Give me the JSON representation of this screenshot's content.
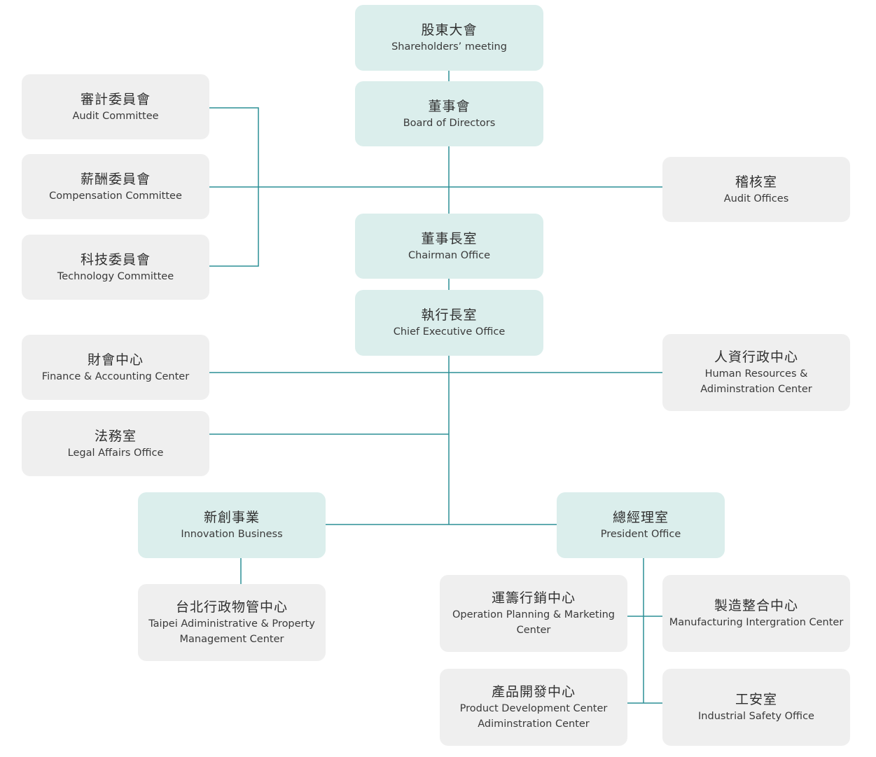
{
  "colors": {
    "line": "#2b8f96",
    "teal_box": "#dbeeec",
    "gray_box": "#efefef"
  },
  "nodes": {
    "shareholders": {
      "zh": "股東大會",
      "en": "Shareholders’ meeting"
    },
    "board": {
      "zh": "董事會",
      "en": "Board of Directors"
    },
    "audit_committee": {
      "zh": "審計委員會",
      "en": "Audit Committee"
    },
    "compensation_committee": {
      "zh": "薪酬委員會",
      "en": "Compensation Committee"
    },
    "technology_committee": {
      "zh": "科技委員會",
      "en": "Technology Committee"
    },
    "audit_offices": {
      "zh": "稽核室",
      "en": "Audit Offices"
    },
    "chairman_office": {
      "zh": "董事長室",
      "en": "Chairman Office"
    },
    "ceo_office": {
      "zh": "執行長室",
      "en": "Chief Executive Office"
    },
    "finance_center": {
      "zh": "財會中心",
      "en": "Finance & Accounting Center"
    },
    "hr_center": {
      "zh": "人資行政中心",
      "en_line1": "Human Resources &",
      "en_line2": "Adiminstration Center"
    },
    "legal_office": {
      "zh": "法務室",
      "en": "Legal Affairs Office"
    },
    "innovation_business": {
      "zh": "新創事業",
      "en": "Innovation Business"
    },
    "president_office": {
      "zh": "總經理室",
      "en": "President Office"
    },
    "taipei_center": {
      "zh": "台北行政物管中心",
      "en_line1": "Taipei Adiministrative & Property",
      "en_line2": "Management Center"
    },
    "operation_center": {
      "zh": "運籌行銷中心",
      "en_line1": "Operation Planning & Marketing",
      "en_line2": "Center"
    },
    "manufacturing_center": {
      "zh": "製造整合中心",
      "en": "Manufacturing Intergration Center"
    },
    "product_center": {
      "zh": "產品開發中心",
      "en_line1": "Product Development Center",
      "en_line2": "Adiminstration Center"
    },
    "safety_office": {
      "zh": "工安室",
      "en": "Industrial Safety Office"
    }
  }
}
